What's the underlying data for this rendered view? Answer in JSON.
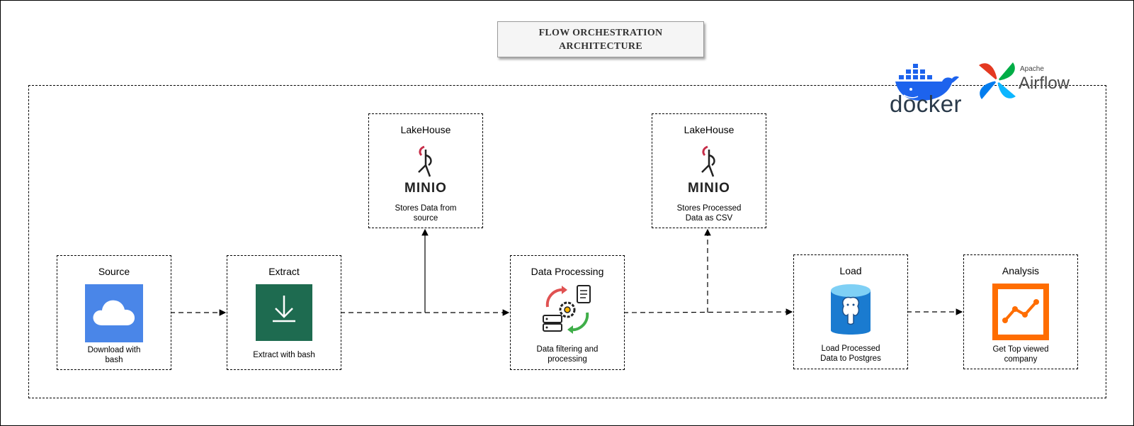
{
  "title": {
    "line1": "FLOW ORCHESTRATION",
    "line2": "ARCHITECTURE"
  },
  "logos": {
    "docker": "docker",
    "airflow_small": "Apache",
    "airflow": "Airflow"
  },
  "nodes": {
    "source": {
      "label": "Source",
      "caption1": "Download with",
      "caption2": "bash",
      "icon": "cloud-icon",
      "color": "#4a86e8"
    },
    "extract": {
      "label": "Extract",
      "caption1": "Extract with bash",
      "icon": "download-icon",
      "color": "#1e6b50"
    },
    "lakehouse1": {
      "label": "LakeHouse",
      "brand": "MINIO",
      "caption1": "Stores Data from",
      "caption2": "source",
      "icon": "minio-icon"
    },
    "processing": {
      "label": "Data Processing",
      "caption1": "Data filtering and",
      "caption2": "processing",
      "icon": "processing-icon"
    },
    "lakehouse2": {
      "label": "LakeHouse",
      "brand": "MINIO",
      "caption1": "Stores Processed",
      "caption2": "Data as CSV",
      "icon": "minio-icon"
    },
    "load": {
      "label": "Load",
      "caption1": "Load Processed",
      "caption2": "Data to Postgres",
      "icon": "postgres-database-icon"
    },
    "analysis": {
      "label": "Analysis",
      "caption1": "Get Top viewed",
      "caption2": "company",
      "icon": "line-chart-icon",
      "color": "#ff6d00"
    }
  }
}
